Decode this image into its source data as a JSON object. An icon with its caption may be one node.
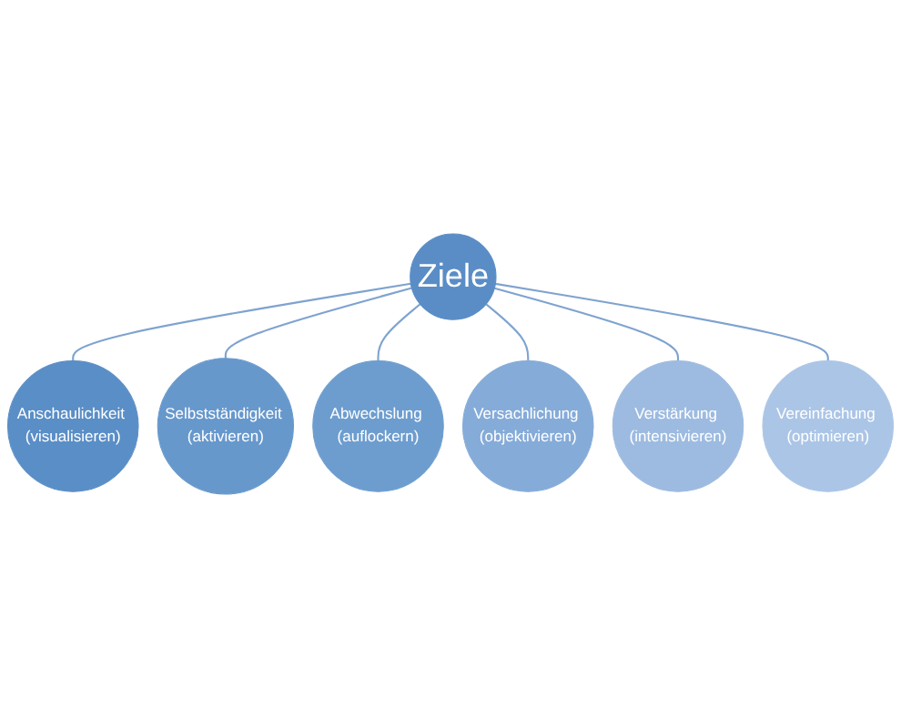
{
  "diagram": {
    "nodes": [
      {
        "text": [
          "Ziele"
        ]
      },
      {
        "text": [
          "Anschaulichkeit (visualisieren)"
        ]
      },
      {
        "text": [
          "Selbstständigkeit (aktivieren)"
        ]
      },
      {
        "text": [
          "Abwechslung (auflockern)"
        ]
      },
      {
        "text": [
          "Versachlichung (objektivieren)"
        ]
      },
      {
        "text": [
          "Verstärkung (intensivieren)"
        ]
      },
      {
        "text": [
          "Vereinfachung (optimieren)"
        ]
      }
    ],
    "edges": [
      {
        "from": 0,
        "to": 1,
        "arrow": "none"
      },
      {
        "from": 0,
        "to": 2,
        "arrow": "none"
      },
      {
        "from": 0,
        "to": 3,
        "arrow": "none"
      },
      {
        "from": 0,
        "to": 4,
        "arrow": "none"
      },
      {
        "from": 0,
        "to": 5,
        "arrow": "none"
      },
      {
        "from": 0,
        "to": 6,
        "arrow": "none"
      }
    ]
  }
}
